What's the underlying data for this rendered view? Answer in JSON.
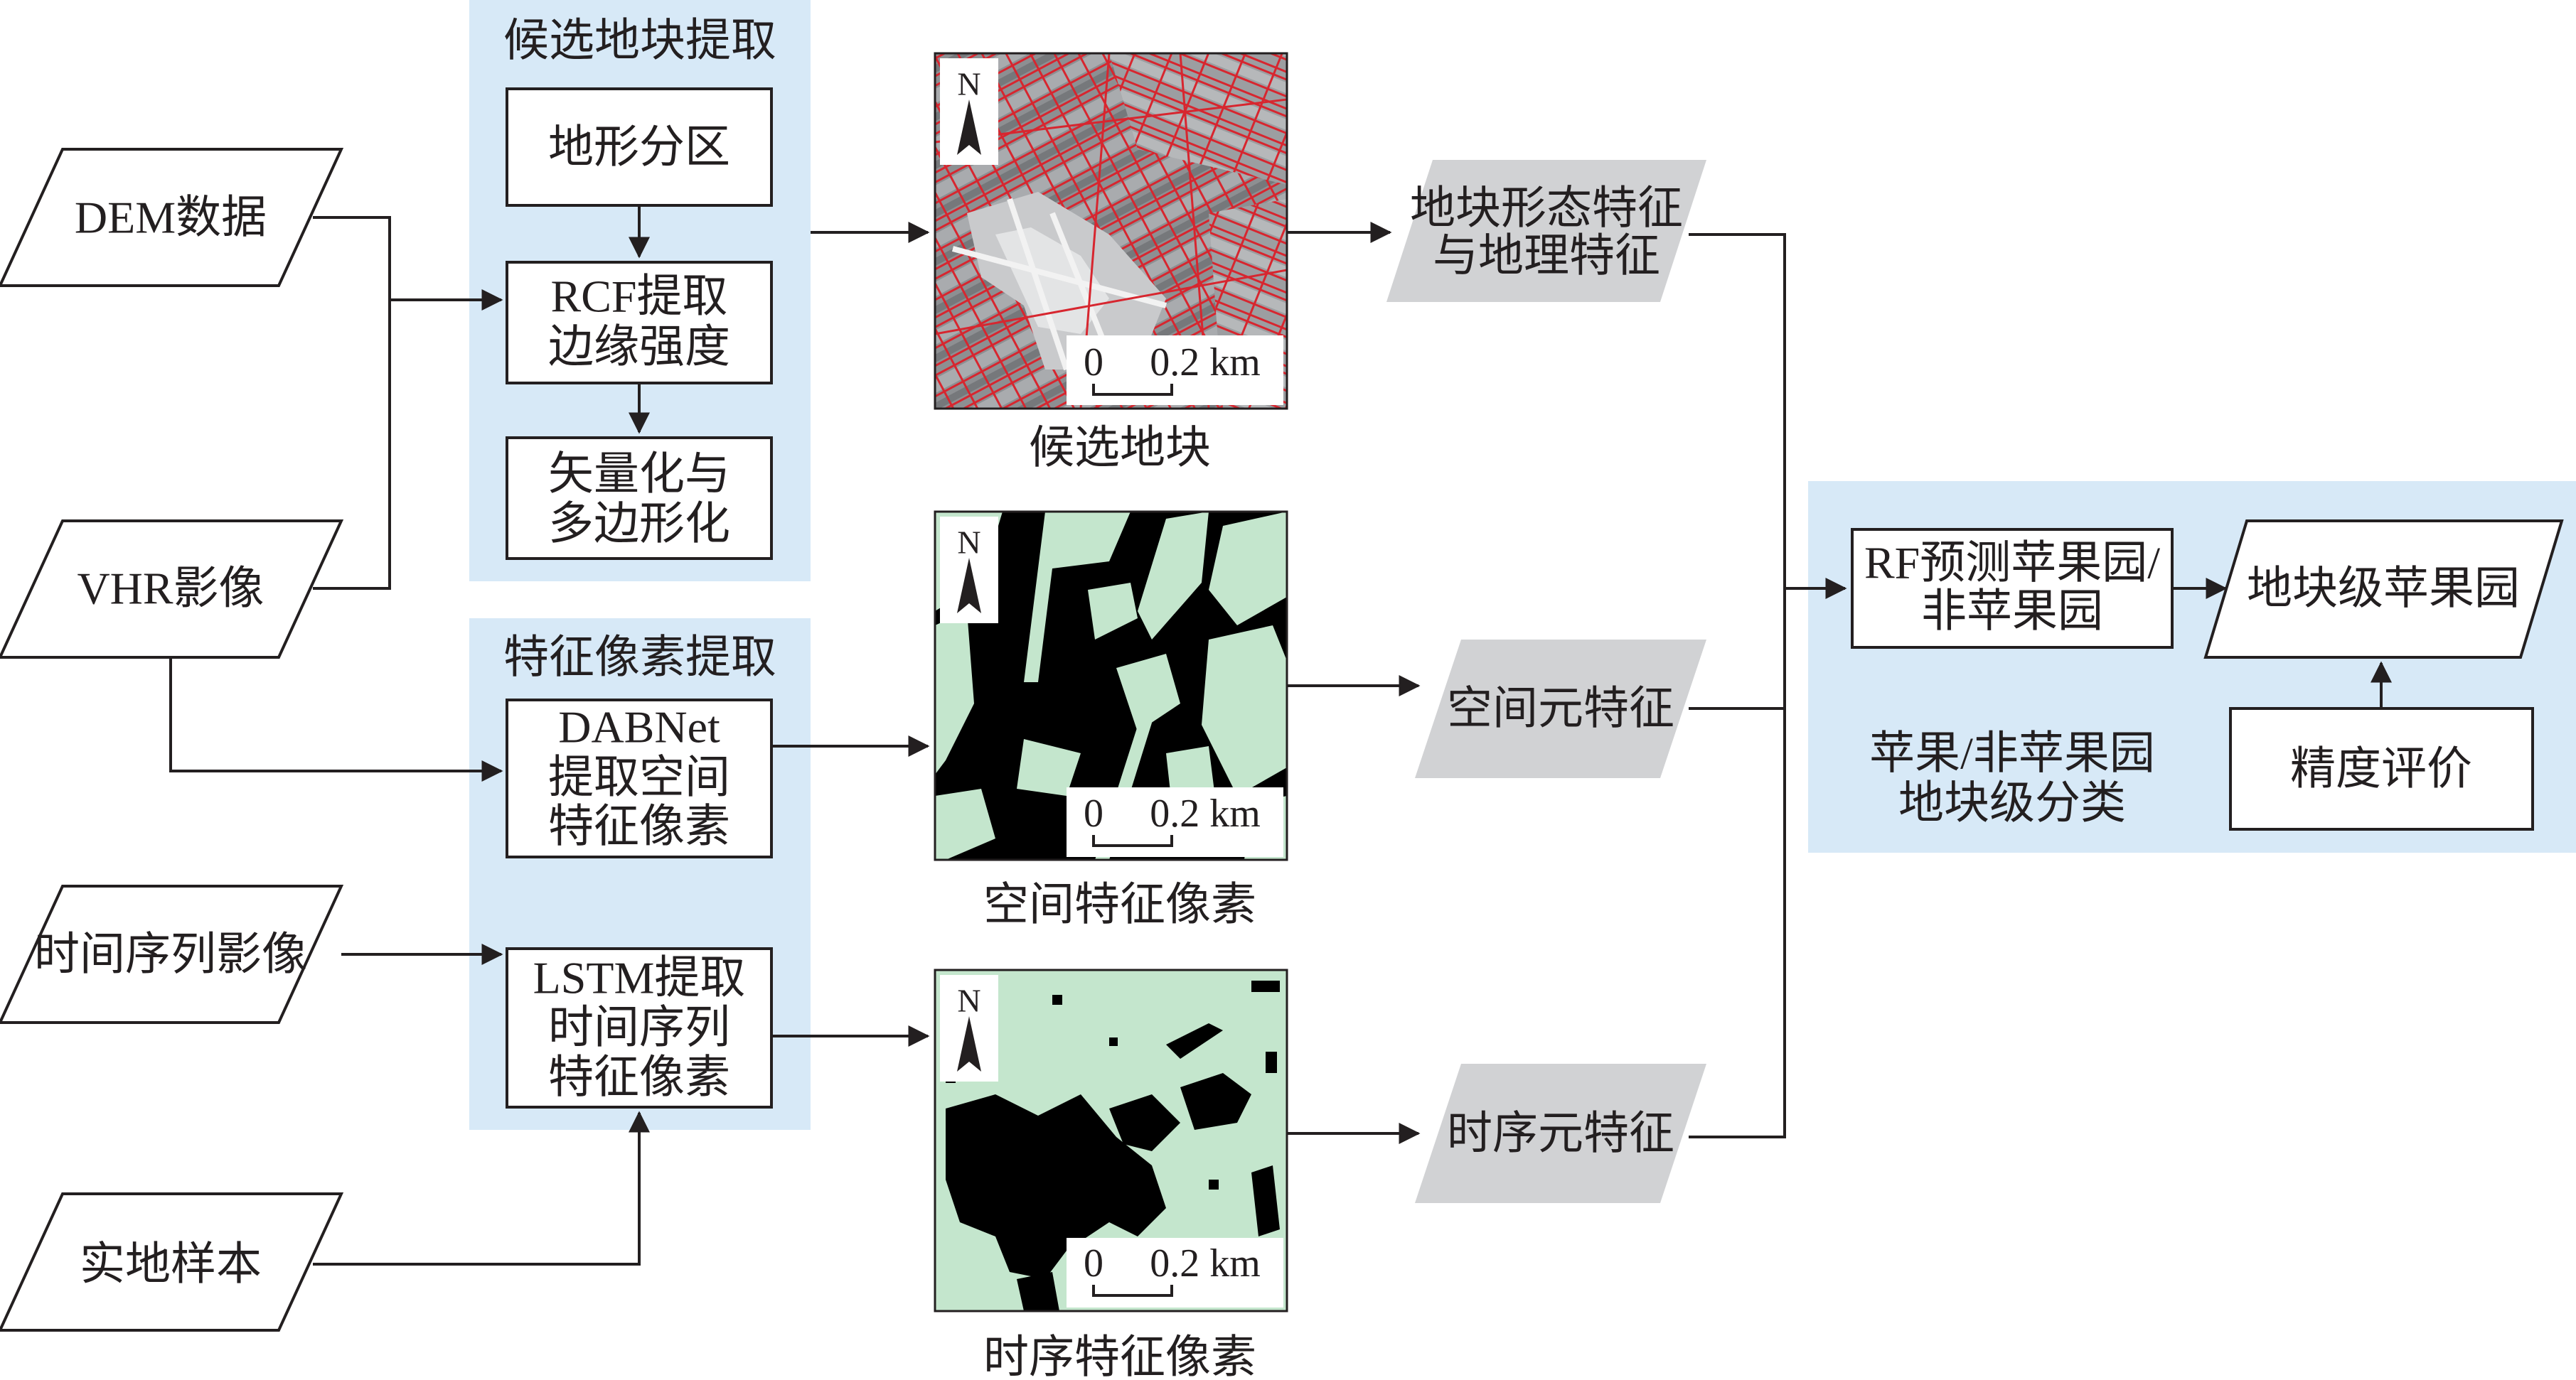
{
  "inputs": {
    "dem": "DEM数据",
    "vhr": "VHR影像",
    "timeseries": "时间序列影像",
    "samples": "实地样本"
  },
  "candidate_panel": {
    "title": "候选地块提取",
    "steps": [
      [
        "地形分区"
      ],
      [
        "RCF提取",
        "边缘强度"
      ],
      [
        "矢量化与",
        "多边形化"
      ]
    ]
  },
  "feature_panel": {
    "title": "特征像素提取",
    "steps": [
      [
        "DABNet",
        "提取空间",
        "特征像素"
      ],
      [
        "LSTM提取",
        "时间序列",
        "特征像素"
      ]
    ]
  },
  "maps": [
    {
      "caption": "候选地块",
      "north": "N",
      "scale_zero": "0",
      "scale_value": "0.2 km"
    },
    {
      "caption": "空间特征像素",
      "north": "N",
      "scale_zero": "0",
      "scale_value": "0.2 km"
    },
    {
      "caption": "时序特征像素",
      "north": "N",
      "scale_zero": "0",
      "scale_value": "0.2 km"
    }
  ],
  "features": {
    "morph": [
      "地块形态特征",
      "与地理特征"
    ],
    "spatial": "空间元特征",
    "temporal": "时序元特征"
  },
  "classification_panel": {
    "rf_box": [
      "RF预测苹果园/",
      "非苹果园"
    ],
    "output": "地块级苹果园",
    "evaluation": "精度评价",
    "caption": [
      "苹果/非苹果园",
      "地块级分类"
    ]
  },
  "colors": {
    "panel": "#d7e9f7",
    "gray_parallelogram": "#d1d2d4",
    "parcel_outline": "#d7262f",
    "orchard_pixel": "#c4e6cd",
    "background_pixel": "#000000"
  }
}
